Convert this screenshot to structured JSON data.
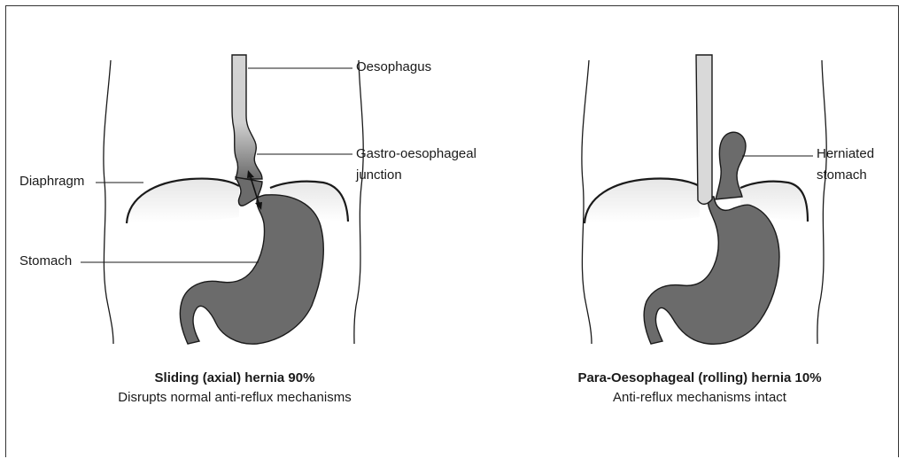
{
  "labels": {
    "oesophagus": "Oesophagus",
    "ge_junction_1": "Gastro-oesophageal",
    "ge_junction_2": "junction",
    "diaphragm": "Diaphragm",
    "stomach": "Stomach",
    "herniated_1": "Herniated",
    "herniated_2": "stomach"
  },
  "captions": {
    "sliding_title": "Sliding (axial) hernia 90%",
    "sliding_sub": "Disrupts normal anti-reflux mechanisms",
    "rolling_title": "Para-Oesophageal (rolling) hernia 10%",
    "rolling_sub": "Anti-reflux mechanisms intact"
  },
  "colors": {
    "stomach_fill": "#6b6b6b",
    "oesophagus_fill": "#d9d9d9",
    "outline": "#1a1a1a"
  }
}
